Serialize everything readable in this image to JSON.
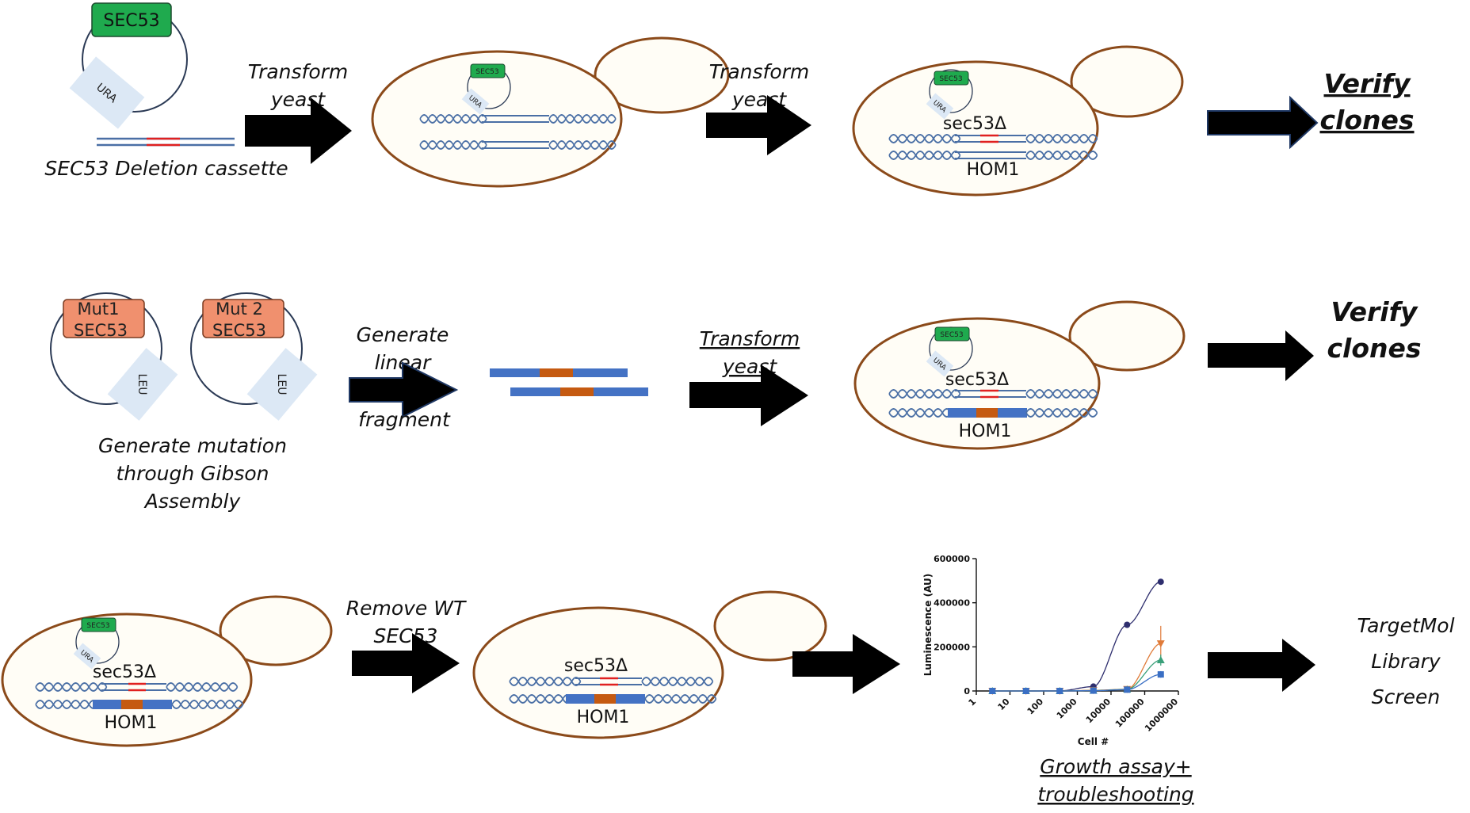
{
  "colors": {
    "cell_outline": "#8b4a1a",
    "cell_fill": "#fffdf6",
    "plasmid_gene": "#1faa4e",
    "mutant_gene": "#f0906e",
    "marker_box": "#dce8f5",
    "dna": "#4a6fa5",
    "deletion_red": "#e02020",
    "fragment_blue": "#4472c4",
    "fragment_orange": "#c55a11",
    "arrow": "#000000"
  },
  "row1": {
    "plasmid_gene": "SEC53",
    "plasmid_marker": "URA",
    "cassette_label": "SEC53 Deletion cassette",
    "step1_line1": "Transform",
    "step1_line2": "yeast",
    "cell1_plasmid_gene": "SEC53",
    "cell1_plasmid_marker": "URA",
    "step2_line1": "Transform",
    "step2_line2": "yeast",
    "cell2_plasmid_gene": "SEC53",
    "cell2_plasmid_marker": "URA",
    "cell2_deletion_label": "sec53Δ",
    "cell2_locus_label": "HOM1",
    "verify_line1": "Verify",
    "verify_line2": "clones"
  },
  "row2": {
    "plasmid1_gene_line1": "Mut1",
    "plasmid1_gene_line2": "SEC53",
    "plasmid1_marker": "LEU",
    "plasmid2_gene_line1": "Mut 2",
    "plasmid2_gene_line2": "SEC53",
    "plasmid2_marker": "LEU",
    "mutation_line1": "Generate mutation",
    "mutation_line2": "through Gibson",
    "mutation_line3": "Assembly",
    "step1_line1": "Generate",
    "step1_line2": "linear",
    "step1_line3": "fragment",
    "step2_line1": "Transform",
    "step2_line2": "yeast",
    "cell_plasmid_gene": "SEC53",
    "cell_plasmid_marker": "URA",
    "cell_deletion_label": "sec53Δ",
    "cell_locus_label": "HOM1",
    "verify_line1": "Verify",
    "verify_line2": "clones"
  },
  "row3": {
    "cell1_plasmid_gene": "SEC53",
    "cell1_plasmid_marker": "URA",
    "cell1_deletion_label": "sec53Δ",
    "cell1_locus_label": "HOM1",
    "step1_line1": "Remove WT",
    "step1_line2": "SEC53",
    "cell2_deletion_label": "sec53Δ",
    "cell2_locus_label": "HOM1",
    "assay_line1": "Growth assay+",
    "assay_line2": "troubleshooting",
    "screen_line1": "TargetMol",
    "screen_line2": "Library",
    "screen_line3": "Screen"
  },
  "chart_data": {
    "type": "scatter",
    "xlabel": "Cell #",
    "ylabel": "Luminescence (AU)",
    "x_scale": "log",
    "xlim": [
      1,
      1000000
    ],
    "ylim": [
      0,
      600000
    ],
    "x_ticks": [
      "1",
      "10",
      "100",
      "1000",
      "10000",
      "100000",
      "1000000"
    ],
    "y_ticks": [
      "0",
      "200000",
      "400000",
      "600000"
    ],
    "series": [
      {
        "color": "#2e2e6e",
        "marker": "circle",
        "x": [
          3,
          30,
          300,
          3000,
          30000,
          300000
        ],
        "y": [
          0,
          0,
          500,
          20000,
          300000,
          495000
        ],
        "err": [
          0,
          0,
          0,
          3000,
          5000,
          8000
        ]
      },
      {
        "color": "#e07b39",
        "marker": "triangle-down",
        "x": [
          3,
          30,
          300,
          3000,
          30000,
          300000
        ],
        "y": [
          0,
          0,
          0,
          3000,
          8000,
          215000
        ],
        "err": [
          0,
          0,
          0,
          0,
          2000,
          80000
        ]
      },
      {
        "color": "#3aa07a",
        "marker": "triangle",
        "x": [
          3,
          30,
          300,
          3000,
          30000,
          300000
        ],
        "y": [
          0,
          0,
          0,
          2000,
          7000,
          140000
        ],
        "err": [
          0,
          0,
          0,
          0,
          2000,
          25000
        ]
      },
      {
        "color": "#3a6fc4",
        "marker": "square",
        "x": [
          3,
          30,
          300,
          3000,
          30000,
          300000
        ],
        "y": [
          0,
          0,
          0,
          1500,
          6000,
          75000
        ],
        "err": [
          0,
          0,
          0,
          0,
          1500,
          15000
        ]
      }
    ]
  }
}
